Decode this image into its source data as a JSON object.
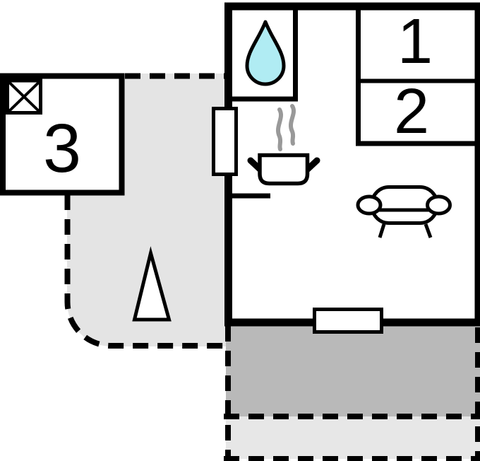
{
  "floorplan": {
    "rooms": [
      {
        "id": "room-1",
        "label": "1"
      },
      {
        "id": "room-2",
        "label": "2"
      },
      {
        "id": "room-3",
        "label": "3"
      }
    ],
    "colors": {
      "wall": "#000000",
      "floor": "#ffffff",
      "water_drop": "#b0ecf3",
      "steam": "#999999",
      "side_terrace": "#e4e4e4",
      "rear_terrace": "#b9b9b9",
      "rear_terrace_lower": "#e7e7e7"
    },
    "icons": [
      "water-drop-icon",
      "steam-icon",
      "cooking-pot-icon",
      "sofa-icon",
      "window-cross-icon",
      "direction-triangle-icon",
      "window-icon",
      "door-icon"
    ]
  }
}
